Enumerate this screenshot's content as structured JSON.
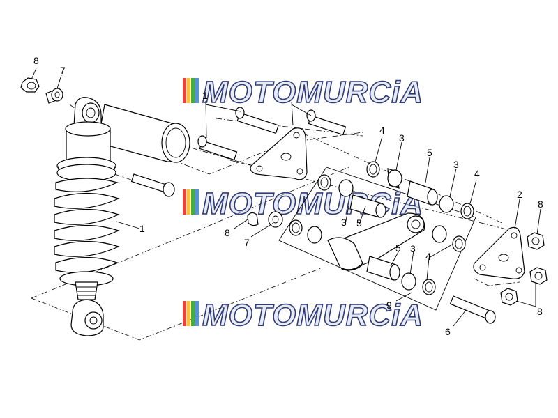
{
  "watermark": {
    "text": "MOTOMURCiA",
    "stripe_colors": [
      "#e5463b",
      "#f5c542",
      "#3fae49",
      "#5b8fd6"
    ]
  },
  "callouts": [
    {
      "id": "c8a",
      "label": "8"
    },
    {
      "id": "c7a",
      "label": "7"
    },
    {
      "id": "c1a",
      "label": "1"
    },
    {
      "id": "c1b",
      "label": "1"
    },
    {
      "id": "c4a",
      "label": "4"
    },
    {
      "id": "c3a",
      "label": "3"
    },
    {
      "id": "c5a",
      "label": "5"
    },
    {
      "id": "c3b",
      "label": "3"
    },
    {
      "id": "c4b",
      "label": "4"
    },
    {
      "id": "c2",
      "label": "2"
    },
    {
      "id": "c8b",
      "label": "8"
    },
    {
      "id": "c8c",
      "label": "8"
    },
    {
      "id": "c7b",
      "label": "7"
    },
    {
      "id": "c3c",
      "label": "3"
    },
    {
      "id": "c5b",
      "label": "5"
    },
    {
      "id": "c5c",
      "label": "5"
    },
    {
      "id": "c3d",
      "label": "3"
    },
    {
      "id": "c4c",
      "label": "4"
    },
    {
      "id": "c8d",
      "label": "8"
    },
    {
      "id": "c9",
      "label": "9"
    },
    {
      "id": "c6",
      "label": "6"
    }
  ]
}
